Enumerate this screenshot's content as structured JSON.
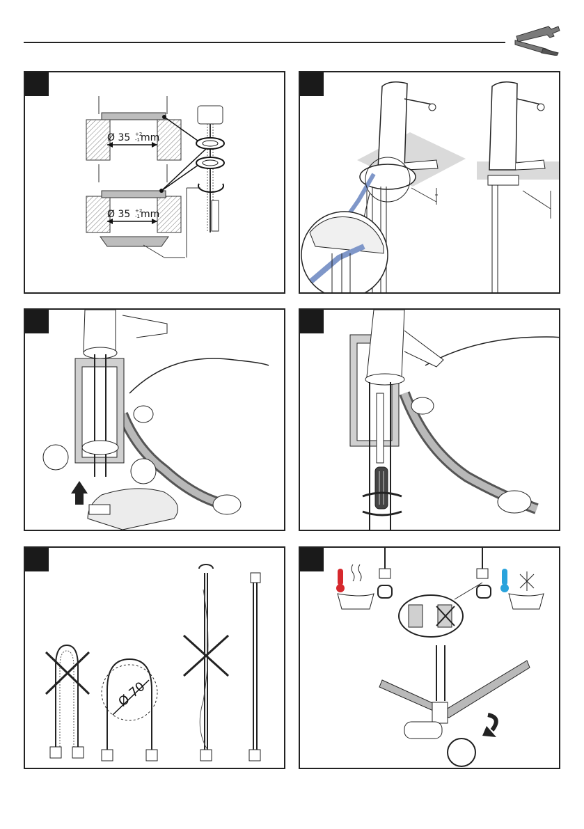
{
  "header": {
    "icon": "wrench-screwdriver-icon"
  },
  "panels": [
    {
      "id": 1,
      "labels": {
        "dim_prefix": "Ø 35",
        "dim_tol_plus": "+2",
        "dim_tol_minus": "-1",
        "dim_unit": "mm"
      }
    },
    {
      "id": 2
    },
    {
      "id": 3
    },
    {
      "id": 4
    },
    {
      "id": 5,
      "labels": {
        "bend_radius": "Ø 70"
      }
    },
    {
      "id": 6,
      "icons": [
        "hot-water-thermometer-icon",
        "cold-water-snowflake-icon"
      ]
    }
  ],
  "colors": {
    "frame": "#222222",
    "step_badge": "#1a1a1a",
    "hot": "#d6282d",
    "cold": "#29a3dc",
    "tape": "#7f97c9",
    "gray_fill": "#b9b9b9"
  }
}
